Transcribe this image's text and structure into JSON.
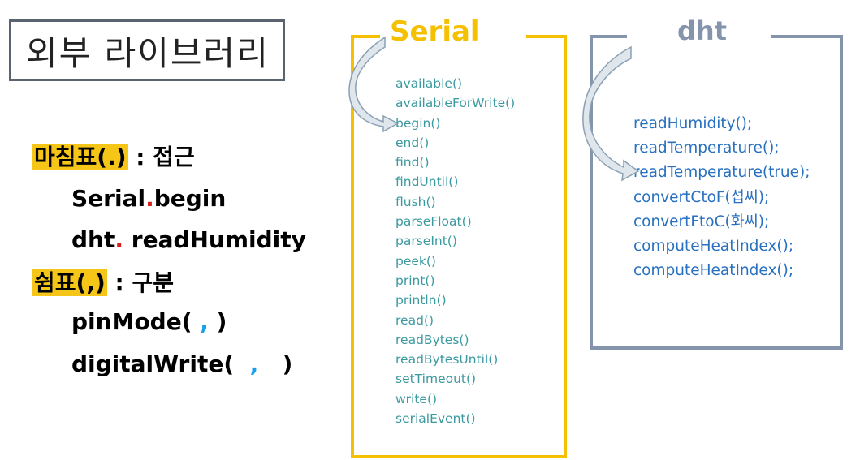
{
  "title": "외부 라이브러리",
  "left": {
    "period_label": "마침표(.)",
    "period_desc": " : 접근",
    "example1_pre": "Serial",
    "example1_dot": ".",
    "example1_post": "begin",
    "example2_pre": "dht",
    "example2_dot": ".",
    "example2_post": " readHumidity",
    "comma_label": "쉼표(,)",
    "comma_desc": " : 구분",
    "example3_pre": "pinMode(",
    "example3_comma": " ,",
    "example3_post": " )",
    "example4_pre": "digitalWrite(",
    "example4_comma": "  ,",
    "example4_post": "   )"
  },
  "serial": {
    "title": "Serial",
    "methods": [
      "available()",
      "availableForWrite()",
      "begin()",
      "end()",
      "find()",
      "findUntil()",
      "flush()",
      "parseFloat()",
      "parseInt()",
      "peek()",
      "print()",
      "println()",
      "read()",
      "readBytes()",
      "readBytesUntil()",
      "setTimeout()",
      "write()",
      "serialEvent()"
    ]
  },
  "dht": {
    "title": "dht",
    "methods": [
      "readHumidity();",
      "readTemperature();",
      "readTemperature(true);",
      "convertCtoF(섭씨);",
      "convertFtoC(화씨);",
      "computeHeatIndex();",
      "computeHeatIndex();"
    ]
  },
  "colors": {
    "highlight": "#f5c518",
    "serial_accent": "#f5c000",
    "dht_accent": "#8494ab",
    "serial_text": "#3a9aa0",
    "dht_text": "#2870c0"
  }
}
